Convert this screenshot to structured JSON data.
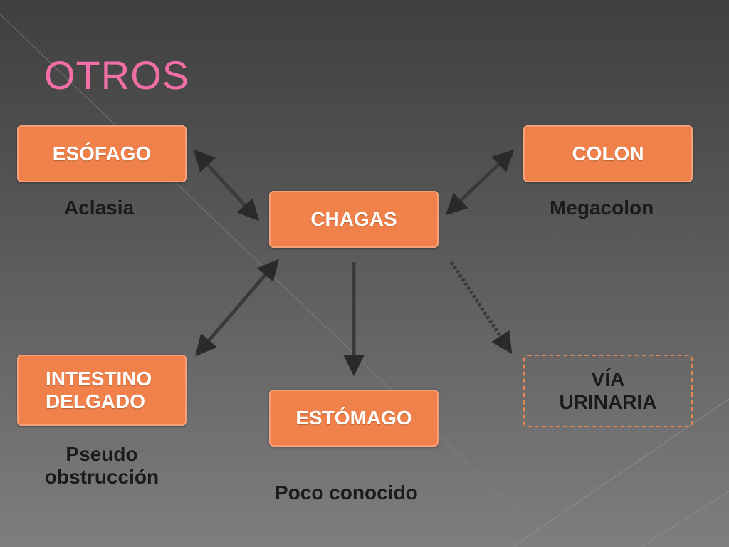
{
  "title": "OTROS",
  "nodes": {
    "esofago": "ESÓFAGO",
    "colon": "COLON",
    "chagas": "CHAGAS",
    "intestino_line1": "INTESTINO",
    "intestino_line2": "DELGADO",
    "estomago": "ESTÓMAGO",
    "via_line1": "VÍA",
    "via_line2": "URINARIA"
  },
  "labels": {
    "aclasia": "Aclasia",
    "megacolon": "Megacolon",
    "pseudo_line1": "Pseudo",
    "pseudo_line2": "obstrucción",
    "poco": "Poco conocido"
  },
  "colors": {
    "title": "#f26fa6",
    "node_fill": "#f0814a",
    "arrow": "#2a2a2a"
  }
}
